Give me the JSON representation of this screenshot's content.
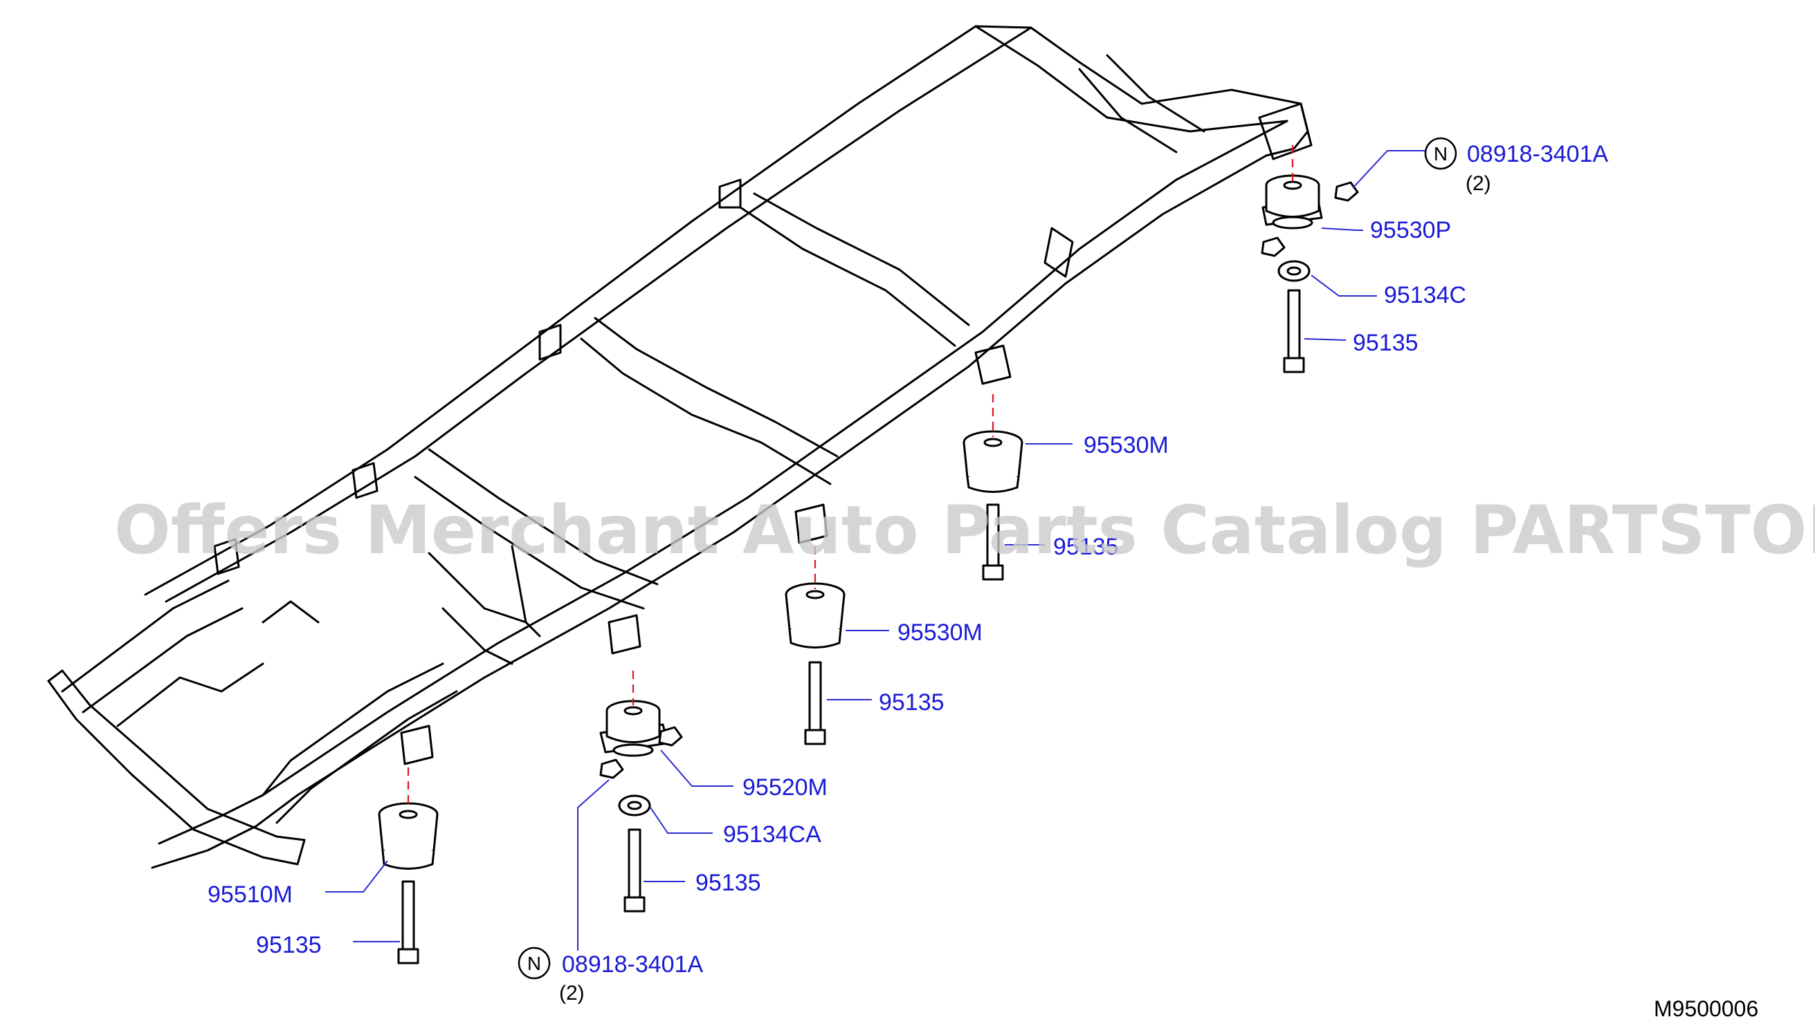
{
  "figure_id": "M9500006",
  "watermark": "Offers Merchant Auto Parts Catalog PARTSTORE.SA",
  "notice_symbol": "N",
  "parts": {
    "p95530P": "95530P",
    "p95134C": "95134C",
    "p95135_a": "95135",
    "p95530M_a": "95530M",
    "p95135_b": "95135",
    "p95530M_b": "95530M",
    "p95135_c": "95135",
    "p95520M": "95520M",
    "p95134CA": "95134CA",
    "p95135_d": "95135",
    "p95510M": "95510M",
    "p95135_e": "95135"
  },
  "nuts": {
    "top": {
      "code": "08918-3401A",
      "qty": "(2)"
    },
    "bottom": {
      "code": "08918-3401A",
      "qty": "(2)"
    }
  }
}
